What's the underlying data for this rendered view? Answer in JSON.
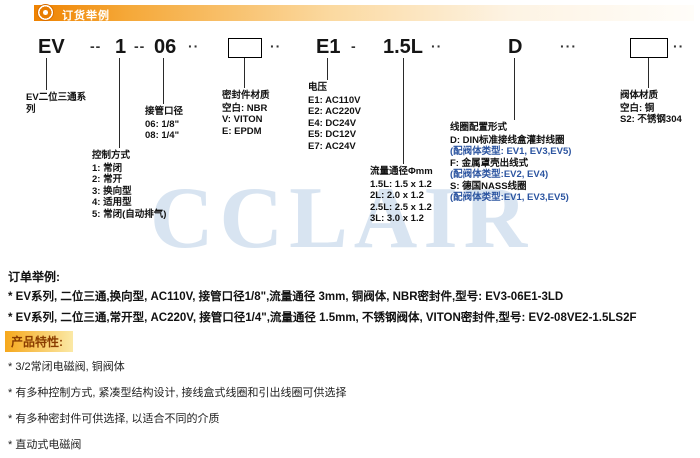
{
  "header": {
    "title": "订货举例"
  },
  "diagram": {
    "codes": [
      "EV",
      "1",
      "06",
      "",
      "E1",
      "1.5L",
      "D",
      ""
    ],
    "separators": [
      "--",
      "--",
      "··",
      "··",
      "-",
      "··",
      "···",
      "··"
    ],
    "groups": [
      {
        "title": "EV二位三通系列",
        "lines": []
      },
      {
        "title": "控制方式",
        "lines": [
          "1: 常闭",
          "2: 常开",
          "3: 换向型",
          "4: 适用型",
          "5: 常闭(自动排气)"
        ]
      },
      {
        "title": "接管口径",
        "lines": [
          "06: 1/8\"",
          "08: 1/4\""
        ]
      },
      {
        "title": "密封件材质",
        "lines": [
          "空白: NBR",
          "V: VITON",
          "E: EPDM"
        ]
      },
      {
        "title": "电压",
        "lines": [
          "E1: AC110V",
          "E2: AC220V",
          "E4: DC24V",
          "E5: DC12V",
          "E7: AC24V"
        ]
      },
      {
        "title": "流量通径Φmm",
        "lines": [
          "1.5L: 1.5 x 1.2",
          "2L:  2.0 x 1.2",
          "2.5L: 2.5 x 1.2",
          "3L:  3.0 x 1.2"
        ]
      },
      {
        "title": "线圈配置形式",
        "lines": [
          "D: DIN标准接线盒灌封线圈",
          "(配阀体类型: EV1, EV3,EV5)",
          "F: 金属罩壳出线式",
          "(配阀体类型:EV2, EV4)",
          "S: 德国NASS线圈",
          "(配阀体类型:EV1, EV3,EV5)"
        ]
      },
      {
        "title": "阀体材质",
        "lines": [
          "空白: 铜",
          "S2: 不锈钢304"
        ]
      }
    ]
  },
  "watermark": "CCLAIR",
  "order_examples": {
    "title": "订单举例:",
    "items": [
      "* EV系列, 二位三通,换向型, AC110V, 接管口径1/8\",流量通径 3mm, 铜阀体, NBR密封件,型号: EV3-06E1-3LD",
      "* EV系列, 二位三通,常开型, AC220V, 接管口径1/4\",流量通径 1.5mm, 不锈钢阀体, VITON密封件,型号: EV2-08VE2-1.5LS2F"
    ]
  },
  "features": {
    "title": "产品特性:",
    "items": [
      "* 3/2常闭电磁阀, 铜阀体",
      "* 有多种控制方式, 紧凑型结构设计, 接线盒式线圈和引出线圈可供选择",
      "* 有多种密封件可供选择, 以适合不同的介质",
      "* 直动式电磁阀"
    ]
  },
  "colors": {
    "accent_orange": "#ef8200",
    "blue_text": "#2b54a0",
    "watermark_blue": "#b9cfe6",
    "feature_title_text": "#8a3c00"
  }
}
